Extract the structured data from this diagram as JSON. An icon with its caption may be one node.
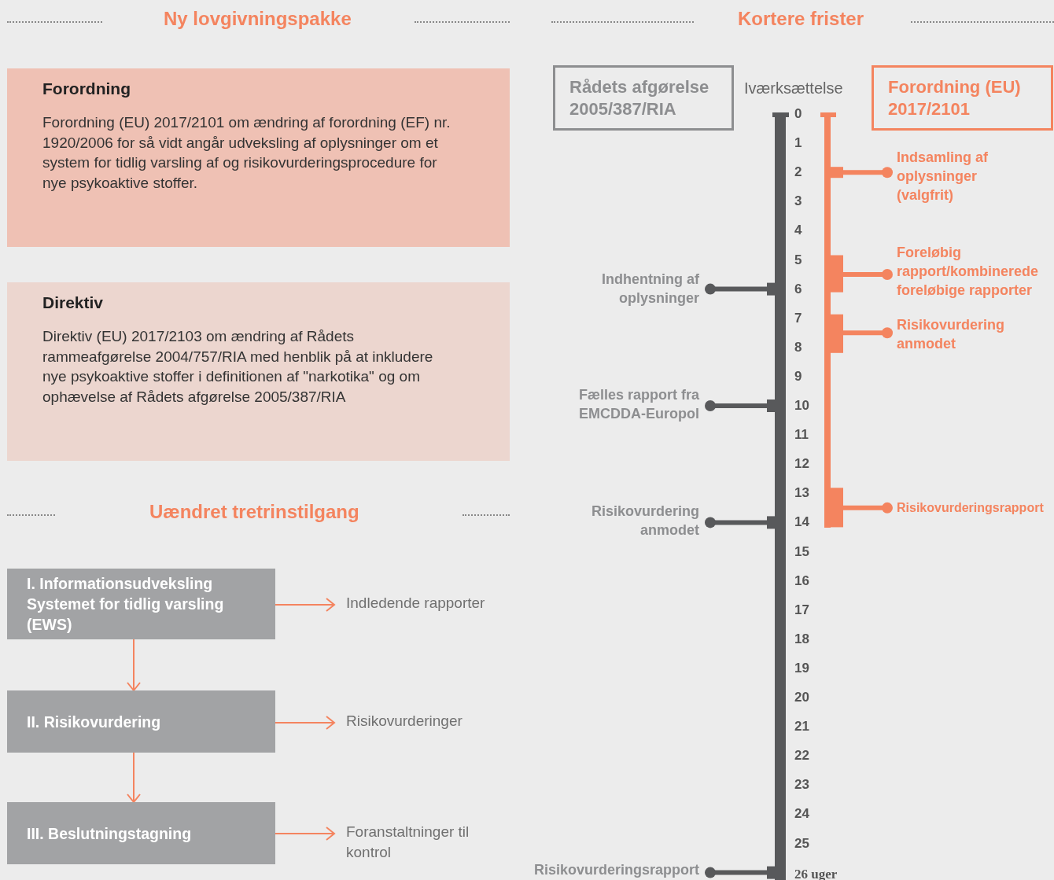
{
  "diagram": {
    "nodes": [
      {
        "text": [
          "Forordning",
          "Forordning (EU) 2017/2101 om ændring af forordning (EF) nr. 1920/2006 for så vidt angår udveksling af oplysninger om et system for tidlig varsling af og risikovurderingsprocedure for nye psykoaktive stoffer."
        ]
      },
      {
        "text": [
          "Direktiv",
          "Direktiv (EU) 2017/2103 om ændring af Rådets rammeafgørelse 2004/757/RIA med henblik på at inkludere nye psykoaktive stoffer i definitionen af \"narkotika\" og om ophævelse af Rådets afgørelse 2005/387/RIA"
        ]
      },
      {
        "text": [
          "I. Informationsudveksling Systemet for tidlig varsling (EWS)"
        ]
      },
      {
        "text": [
          "II. Risikovurdering"
        ]
      },
      {
        "text": [
          "III. Beslutningstagning"
        ]
      },
      {
        "text": [
          "Indledende rapporter"
        ]
      },
      {
        "text": [
          "Risikovurderinger"
        ]
      },
      {
        "text": [
          "Foranstaltninger til kontrol"
        ]
      },
      {
        "text": [
          "Rådets afgørelse 2005/387/RIA"
        ]
      },
      {
        "text": [
          "Forordning (EU) 2017/2101"
        ]
      },
      {
        "text": [],
        "shape": "bar"
      },
      {
        "text": [],
        "shape": "bar"
      },
      {
        "text": [
          "Indhentning af oplysninger"
        ]
      },
      {
        "text": [
          "Fælles rapport fra EMCDDA-Europol"
        ]
      },
      {
        "text": [
          "Risikovurdering anmodet"
        ]
      },
      {
        "text": [
          "Risikovurderingsrapport"
        ]
      },
      {
        "text": [
          "Indsamling af oplysninger (valgfrit)"
        ]
      },
      {
        "text": [
          "Foreløbig rapport/kombinerede foreløbige rapporter"
        ]
      },
      {
        "text": [
          "Risikovurdering anmodet"
        ]
      },
      {
        "text": [
          "Risikovurderingsrapport"
        ]
      }
    ],
    "edges": [
      {
        "from": 2,
        "to": 3,
        "arrow": "to"
      },
      {
        "from": 3,
        "to": 4,
        "arrow": "to"
      },
      {
        "from": 2,
        "to": 5,
        "arrow": "to"
      },
      {
        "from": 3,
        "to": 6,
        "arrow": "to"
      },
      {
        "from": 4,
        "to": 7,
        "arrow": "to"
      },
      {
        "from": 12,
        "to": 10,
        "arrow": "other",
        "color": "#58595b"
      },
      {
        "from": 13,
        "to": 10,
        "arrow": "other",
        "color": "#58595b"
      },
      {
        "from": 14,
        "to": 10,
        "arrow": "other",
        "color": "#58595b"
      },
      {
        "from": 15,
        "to": 10,
        "arrow": "other",
        "color": "#58595b"
      },
      {
        "from": 16,
        "to": 11,
        "arrow": "other"
      },
      {
        "from": 17,
        "to": 11,
        "arrow": "other"
      },
      {
        "from": 18,
        "to": 11,
        "arrow": "other"
      },
      {
        "from": 19,
        "to": 11,
        "arrow": "other"
      }
    ],
    "labels": [
      "Ny lovgivningspakke",
      "Kortere frister",
      "Uændret tretrinstilgang",
      "Iværksættelse",
      "0",
      "1",
      "2",
      "3",
      "4",
      "5",
      "6",
      "7",
      "8",
      "9",
      "10",
      "11",
      "12",
      "13",
      "14",
      "15",
      "16",
      "17",
      "18",
      "19",
      "20",
      "21",
      "22",
      "23",
      "24",
      "25",
      "26 uger"
    ]
  }
}
